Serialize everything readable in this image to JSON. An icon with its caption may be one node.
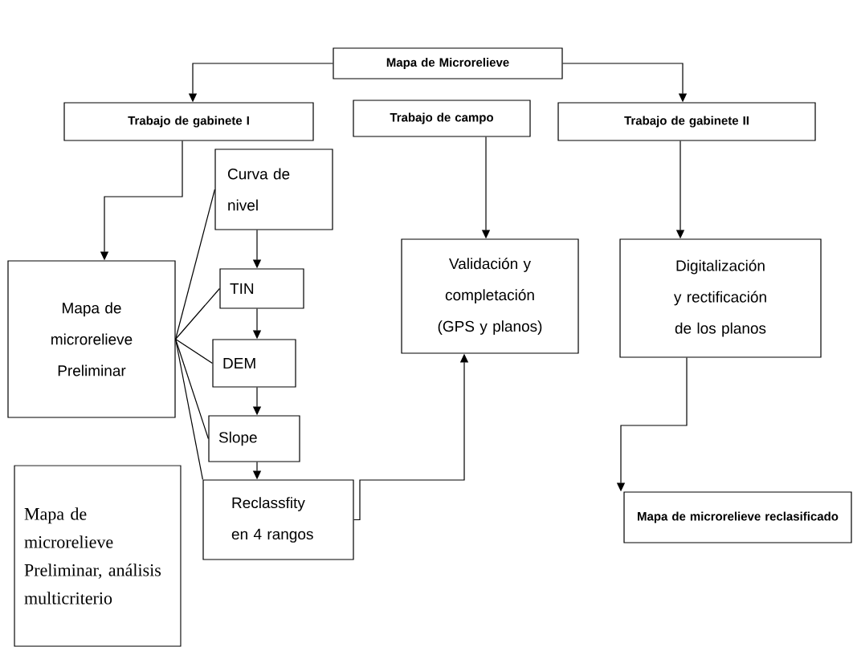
{
  "diagram": {
    "nodes": [
      {
        "text": [
          "Mapa de Microrelieve"
        ]
      },
      {
        "text": [
          "Trabajo de gabinete I"
        ]
      },
      {
        "text": [
          "Trabajo de campo"
        ]
      },
      {
        "text": [
          "Trabajo de gabinete II"
        ]
      },
      {
        "text": [
          "Mapa de microrelieve Preliminar"
        ]
      },
      {
        "text": [
          "Curva de nivel"
        ]
      },
      {
        "text": [
          "TIN"
        ]
      },
      {
        "text": [
          "DEM"
        ]
      },
      {
        "text": [
          "Slope"
        ]
      },
      {
        "text": [
          "Reclassfity en 4 rangos"
        ]
      },
      {
        "text": [
          "Validación y completación (GPS y planos)"
        ]
      },
      {
        "text": [
          "Digitalización y rectificación de los planos"
        ]
      },
      {
        "text": [
          "Mapa de microrelieve reclasificado"
        ]
      },
      {
        "text": [
          "Mapa de microrelieve Preliminar, análisis multicriterio"
        ]
      }
    ],
    "edges": [
      {
        "from": 0,
        "to": 1,
        "arrow": "to"
      },
      {
        "from": 0,
        "to": 3,
        "arrow": "to"
      },
      {
        "from": 1,
        "to": 4,
        "arrow": "to"
      },
      {
        "from": 2,
        "to": 10,
        "arrow": "to"
      },
      {
        "from": 3,
        "to": 11,
        "arrow": "to"
      },
      {
        "from": 5,
        "to": 6,
        "arrow": "to"
      },
      {
        "from": 6,
        "to": 7,
        "arrow": "to"
      },
      {
        "from": 7,
        "to": 8,
        "arrow": "to"
      },
      {
        "from": 8,
        "to": 9,
        "arrow": "to"
      },
      {
        "from": 9,
        "to": 10,
        "arrow": "to"
      },
      {
        "from": 11,
        "to": 12,
        "arrow": "to"
      },
      {
        "from": 4,
        "to": 5,
        "arrow": "none"
      },
      {
        "from": 4,
        "to": 6,
        "arrow": "none"
      },
      {
        "from": 4,
        "to": 7,
        "arrow": "none"
      },
      {
        "from": 4,
        "to": 8,
        "arrow": "none"
      },
      {
        "from": 4,
        "to": 9,
        "arrow": "none"
      }
    ]
  }
}
